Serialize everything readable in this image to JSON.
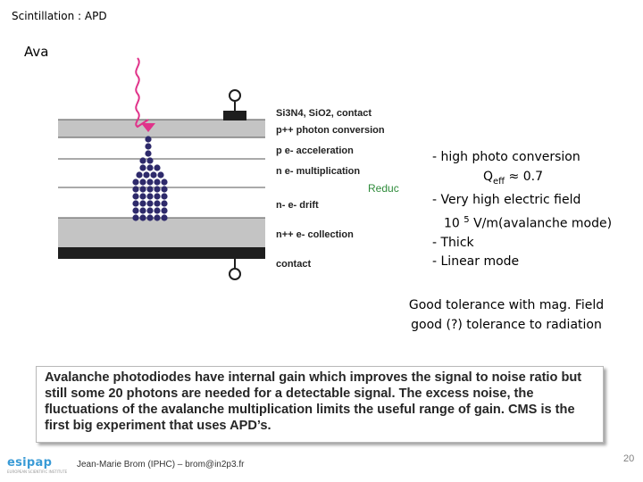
{
  "slide": {
    "title": "Scintillation : APD",
    "section_heading": "Ava",
    "page_number": "20",
    "footer_author": "Jean-Marie Brom (IPHC) – brom@in2p3.fr"
  },
  "diagram": {
    "layers": [
      {
        "label": "Si3N4, SiO2, contact"
      },
      {
        "label": "p++ photon conversion"
      },
      {
        "label": "p e- acceleration"
      },
      {
        "label": "n e- multiplication"
      },
      {
        "label": "n- e- drift"
      },
      {
        "label": "n++ e- collection"
      },
      {
        "label": "contact"
      }
    ],
    "overlay_text": "Reduc",
    "colors": {
      "photon_arrow": "#e0338a",
      "electrons": "#2e2a6b",
      "layer_gray": "#c4c4c4",
      "contact_dark": "#1e1e1e",
      "overlay_green": "#2e8b3a"
    }
  },
  "features": {
    "line1": "- high photo conversion",
    "q_eff_prefix": "Q",
    "q_eff_sub": "eff",
    "q_eff_value": "≈ 0.7",
    "line3": "- Very high electric field",
    "field_base": "10",
    "field_exp": "5",
    "field_unit": "V/m(avalanche mode)",
    "line5": "- Thick",
    "line6": "- Linear mode"
  },
  "tolerance": {
    "line1": "Good tolerance with mag. Field",
    "line2": "good (?) tolerance to radiation"
  },
  "note": {
    "text": "Avalanche photodiodes have internal gain which improves the signal to noise ratio but still some 20 photons are needed for a detectable signal. The excess noise, the fluctuations of the avalanche multiplication limits the useful range of gain. CMS is the first big experiment that uses APD’s."
  },
  "logo": {
    "name": "esipap",
    "subtitle": "EUROPEAN SCIENTIFIC INSTITUTE"
  }
}
